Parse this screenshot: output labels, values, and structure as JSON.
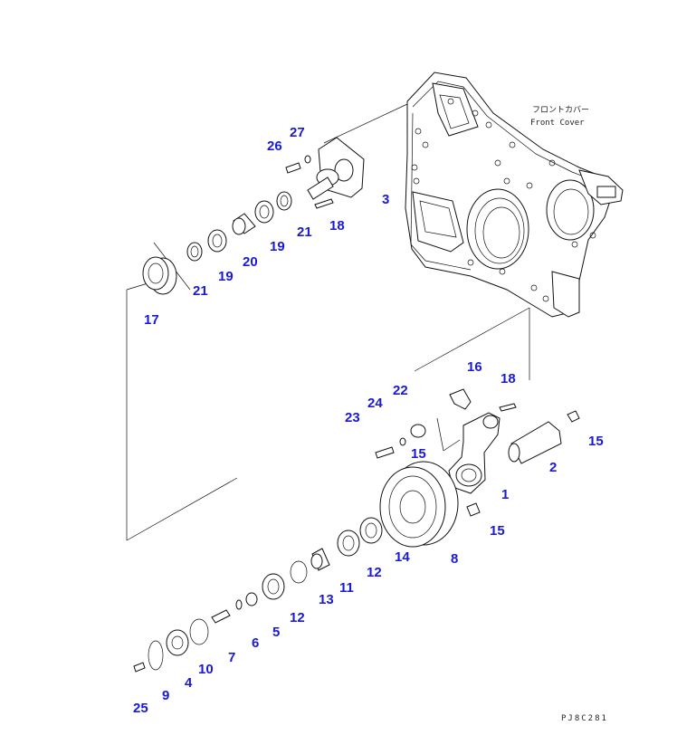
{
  "labels": {
    "front_cover_jp": "フロントカバー",
    "front_cover_en": "Front Cover",
    "drawing_code": "PJ8C281"
  },
  "parts": [
    {
      "id": "p27",
      "num": "27"
    },
    {
      "id": "p26",
      "num": "26"
    },
    {
      "id": "p3",
      "num": "3"
    },
    {
      "id": "p18a",
      "num": "18"
    },
    {
      "id": "p21a",
      "num": "21"
    },
    {
      "id": "p19a",
      "num": "19"
    },
    {
      "id": "p20",
      "num": "20"
    },
    {
      "id": "p19b",
      "num": "19"
    },
    {
      "id": "p21b",
      "num": "21"
    },
    {
      "id": "p17",
      "num": "17"
    },
    {
      "id": "p16",
      "num": "16"
    },
    {
      "id": "p18b",
      "num": "18"
    },
    {
      "id": "p22",
      "num": "22"
    },
    {
      "id": "p24",
      "num": "24"
    },
    {
      "id": "p23",
      "num": "23"
    },
    {
      "id": "p15a",
      "num": "15"
    },
    {
      "id": "p15b",
      "num": "15"
    },
    {
      "id": "p2",
      "num": "2"
    },
    {
      "id": "p1",
      "num": "1"
    },
    {
      "id": "p15c",
      "num": "15"
    },
    {
      "id": "p8",
      "num": "8"
    },
    {
      "id": "p14",
      "num": "14"
    },
    {
      "id": "p12a",
      "num": "12"
    },
    {
      "id": "p11",
      "num": "11"
    },
    {
      "id": "p13",
      "num": "13"
    },
    {
      "id": "p12b",
      "num": "12"
    },
    {
      "id": "p5",
      "num": "5"
    },
    {
      "id": "p6",
      "num": "6"
    },
    {
      "id": "p7",
      "num": "7"
    },
    {
      "id": "p10",
      "num": "10"
    },
    {
      "id": "p4",
      "num": "4"
    },
    {
      "id": "p9",
      "num": "9"
    },
    {
      "id": "p25",
      "num": "25"
    }
  ]
}
